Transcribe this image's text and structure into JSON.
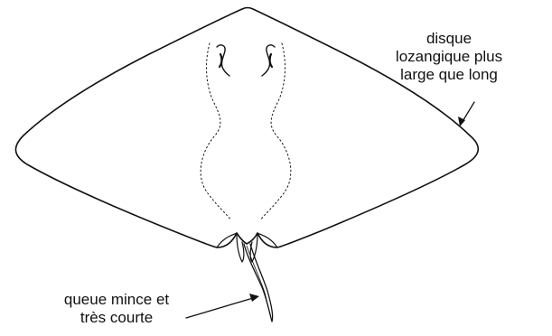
{
  "annotations": {
    "disc": {
      "line1": "disque",
      "line2": "lozangique plus",
      "line3": "large que long"
    },
    "tail": {
      "line1": "queue mince et",
      "line2": "très courte"
    }
  },
  "colors": {
    "ink": "#111111",
    "background": "#ffffff"
  }
}
